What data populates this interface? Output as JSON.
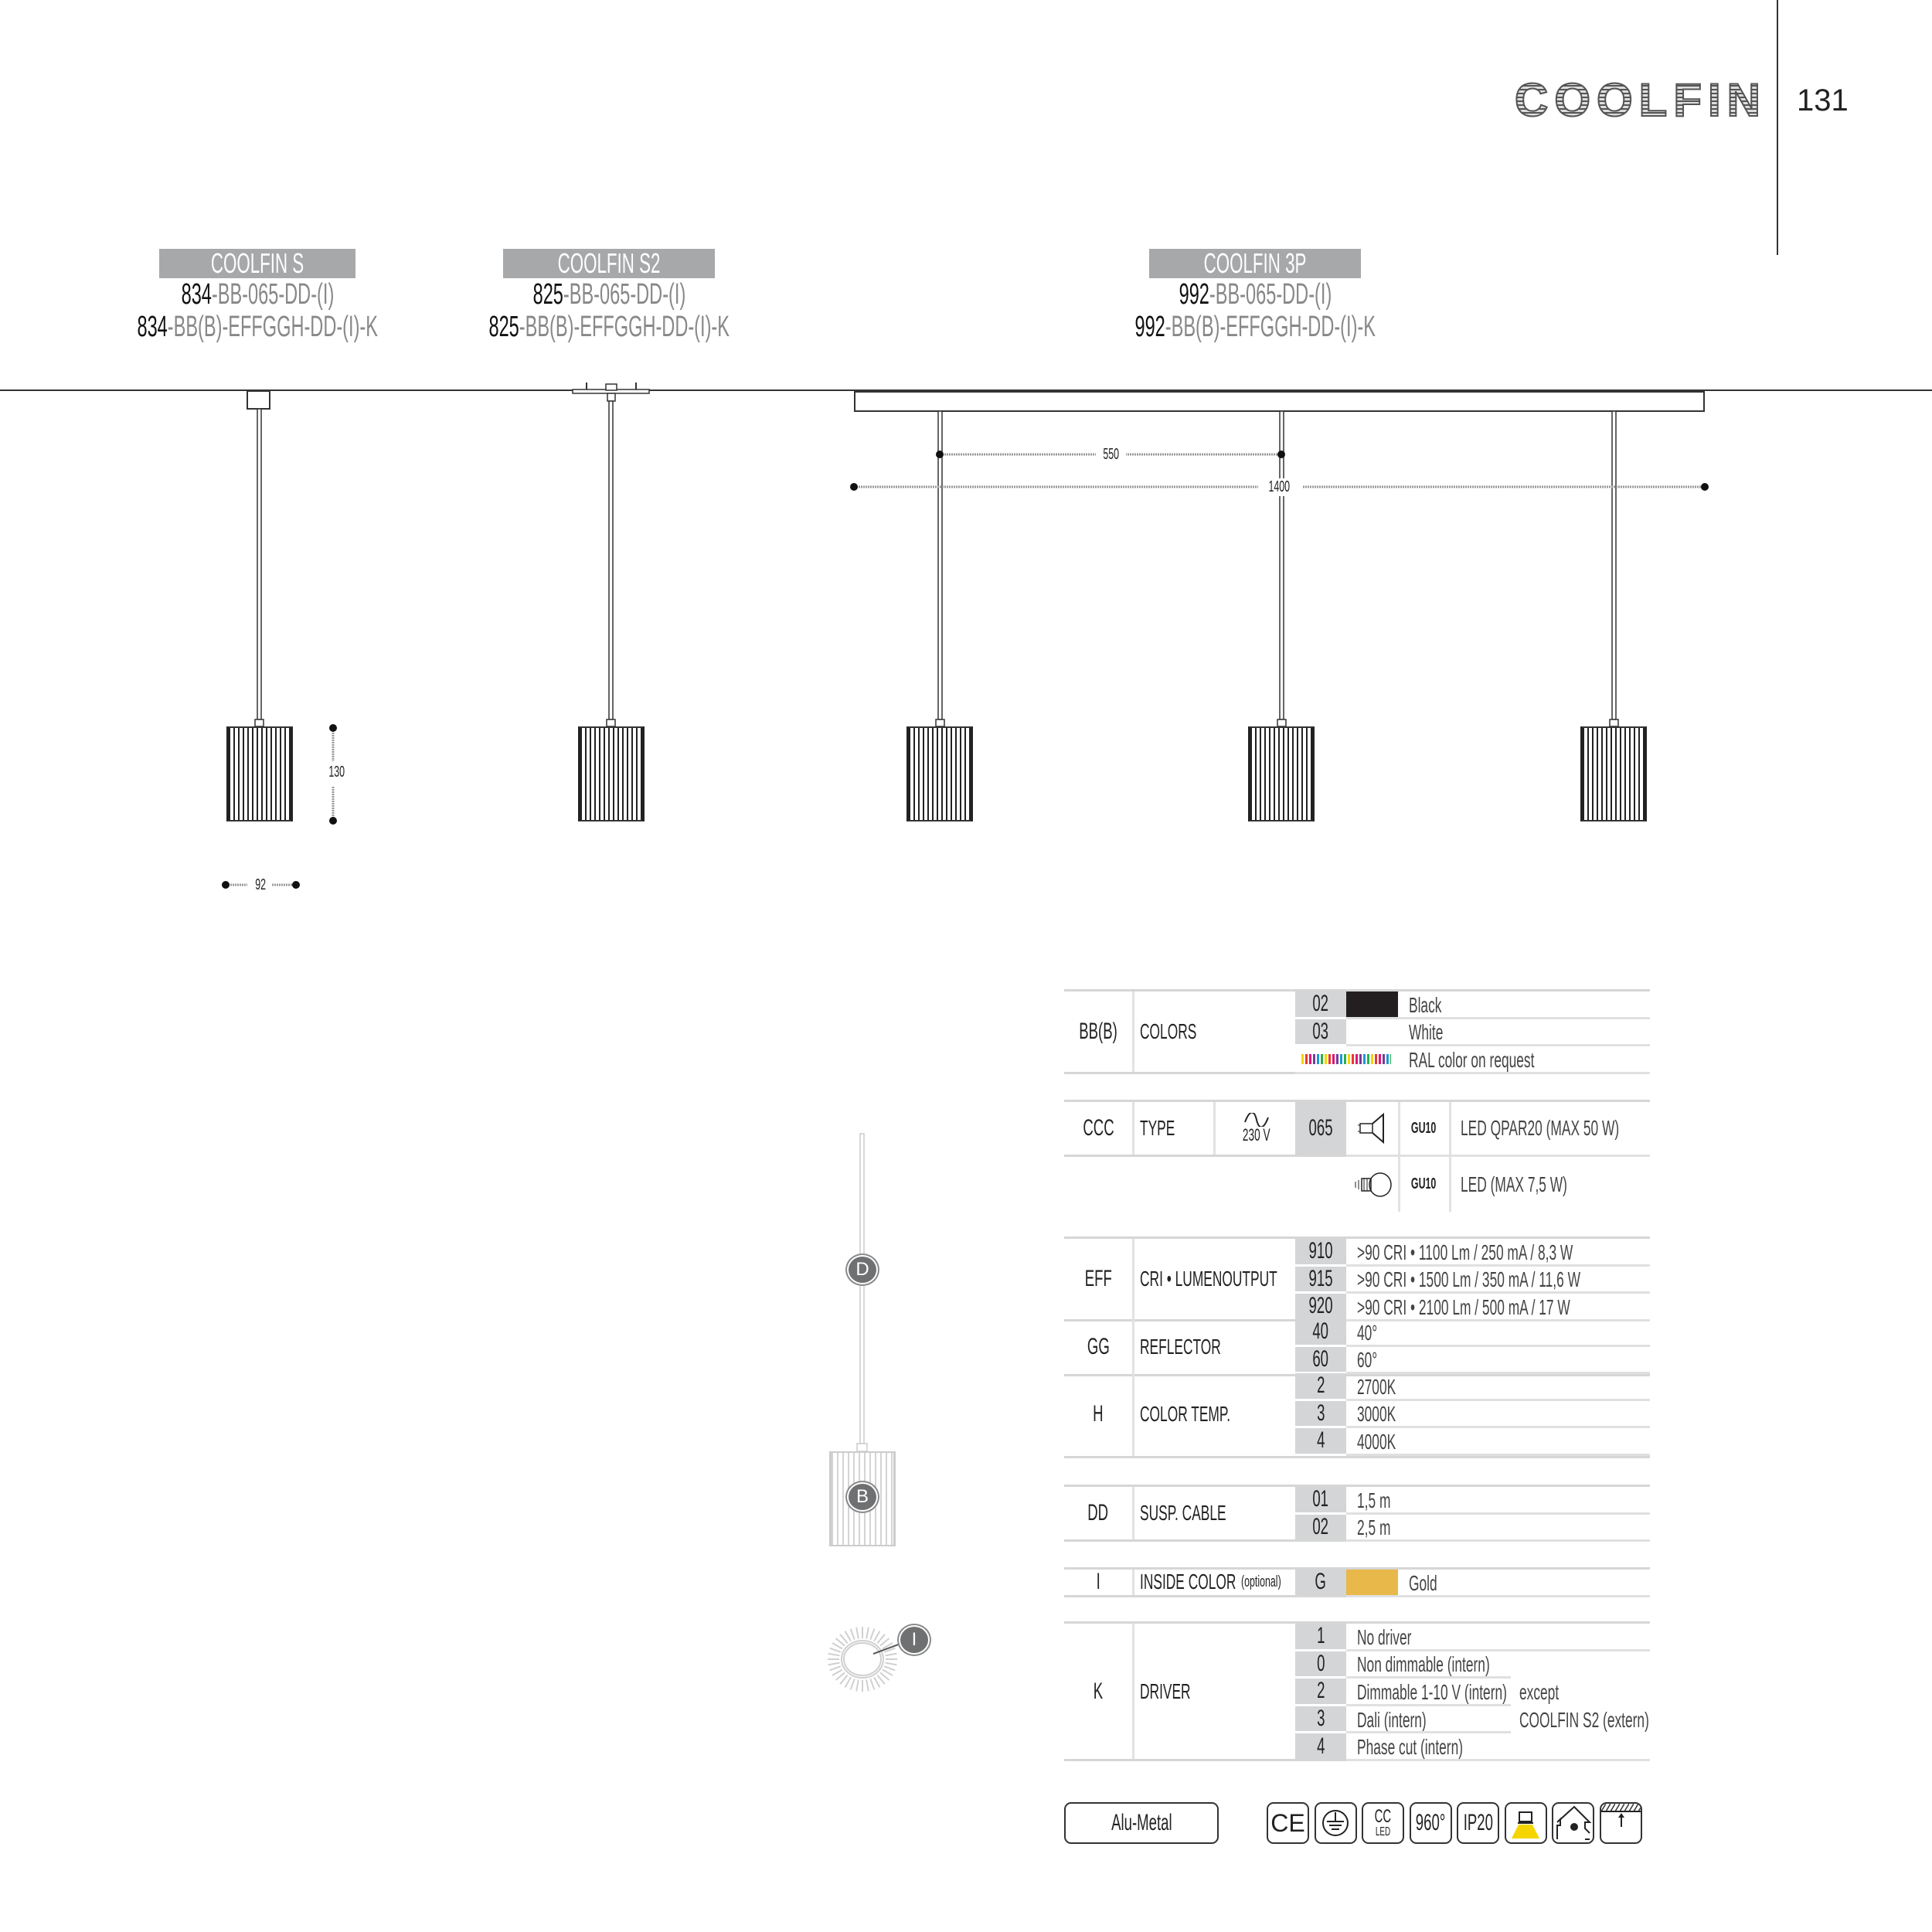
{
  "header": {
    "brand": "COOLFIN",
    "page_number": "131"
  },
  "products": [
    {
      "name": "COOLFIN S",
      "code1_prefix": "834",
      "code1_rest": "-BB-065-DD-(I)",
      "code2_prefix": "834",
      "code2_rest": "-BB(B)-EFFGGH-DD-(I)-K"
    },
    {
      "name": "COOLFIN S2",
      "code1_prefix": "825",
      "code1_rest": "-BB-065-DD-(I)",
      "code2_prefix": "825",
      "code2_rest": "-BB(B)-EFFGGH-DD-(I)-K"
    },
    {
      "name": "COOLFIN 3P",
      "code1_prefix": "992",
      "code1_rest": "-BB-065-DD-(I)",
      "code2_prefix": "992",
      "code2_rest": "-BB(B)-EFFGGH-DD-(I)-K"
    }
  ],
  "dimensions": {
    "height": "130",
    "width": "92",
    "spacing": "550",
    "length": "1400"
  },
  "parts": {
    "cable": "D",
    "body": "B",
    "inside": "I"
  },
  "table": {
    "colors": {
      "code": "BB(B)",
      "label": "COLORS",
      "options": [
        {
          "value": "02",
          "text": "Black",
          "swatch": "#231f20"
        },
        {
          "value": "03",
          "text": "White",
          "swatch": "#ffffff"
        },
        {
          "value": "",
          "text": "RAL color on request",
          "swatch": "rainbow"
        }
      ]
    },
    "type": {
      "code": "CCC",
      "label": "TYPE",
      "voltage": "230 V",
      "value": "065",
      "options": [
        {
          "icon": "qpar20-lamp-icon",
          "socket": "GU10",
          "text": "LED QPAR20 (MAX 50 W)"
        },
        {
          "icon": "led-bulb-icon",
          "socket": "GU10",
          "text": "LED (MAX 7,5 W)"
        }
      ]
    },
    "groups": [
      {
        "code": "EFF",
        "label": "CRI • LUMENOUTPUT",
        "options": [
          {
            "value": "910",
            "text": ">90 CRI • 1100 Lm / 250 mA / 8,3 W"
          },
          {
            "value": "915",
            "text": ">90 CRI • 1500 Lm / 350 mA / 11,6 W"
          },
          {
            "value": "920",
            "text": ">90 CRI • 2100 Lm / 500 mA / 17 W"
          }
        ]
      },
      {
        "code": "GG",
        "label": "REFLECTOR",
        "options": [
          {
            "value": "40",
            "text": "40°"
          },
          {
            "value": "60",
            "text": "60°"
          }
        ]
      },
      {
        "code": "H",
        "label": "COLOR TEMP.",
        "options": [
          {
            "value": "2",
            "text": "2700K"
          },
          {
            "value": "3",
            "text": "3000K"
          },
          {
            "value": "4",
            "text": "4000K"
          }
        ]
      },
      {
        "code": "DD",
        "label": "SUSP. CABLE",
        "options": [
          {
            "value": "01",
            "text": "1,5 m"
          },
          {
            "value": "02",
            "text": "2,5 m"
          }
        ]
      },
      {
        "code": "I",
        "label": "INSIDE COLOR",
        "label_note": "(optional)",
        "options": [
          {
            "value": "G",
            "text": "Gold",
            "swatch": "#e8b84a"
          }
        ]
      },
      {
        "code": "K",
        "label": "DRIVER",
        "options": [
          {
            "value": "1",
            "text": "No driver"
          },
          {
            "value": "0",
            "text": "Non dimmable (intern)"
          },
          {
            "value": "2",
            "text": "Dimmable 1-10 V (intern)"
          },
          {
            "value": "3",
            "text": "Dali (intern)"
          },
          {
            "value": "4",
            "text": "Phase cut (intern)"
          }
        ],
        "note1": "except",
        "note2": "COOLFIN S2 (extern)"
      }
    ]
  },
  "footer": {
    "material": "Alu-Metal",
    "icons": [
      {
        "name": "ce-mark-icon",
        "text": "CE"
      },
      {
        "name": "protective-earth-icon",
        "text": ""
      },
      {
        "name": "cc-led-icon",
        "text": "CC",
        "sub": "LED"
      },
      {
        "name": "glow-wire-icon",
        "text": "960°"
      },
      {
        "name": "ip-rating-icon",
        "text": "IP20"
      },
      {
        "name": "pendant-light-icon",
        "text": ""
      },
      {
        "name": "indoor-icon",
        "text": ""
      },
      {
        "name": "ceiling-mount-icon",
        "text": ""
      }
    ],
    "accent_yellow": "#f5d400"
  }
}
